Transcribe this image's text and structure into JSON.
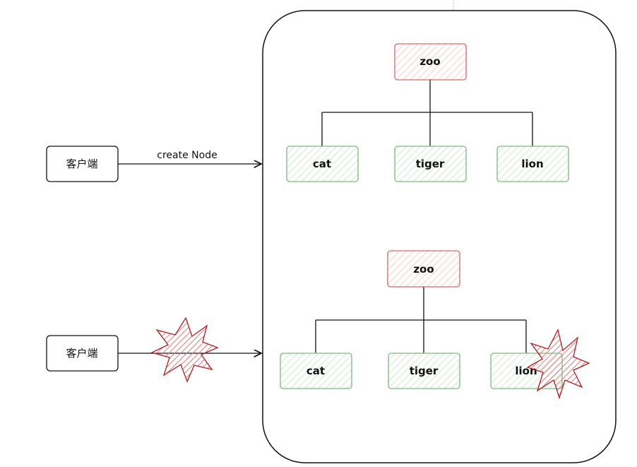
{
  "colors": {
    "root_fill": "#ffe6e6",
    "root_stroke": "#d36a6a",
    "child_fill": "#eaf6ea",
    "child_stroke": "#7dba7d",
    "star_fill": "#e88686",
    "star_stroke": "#b01e1e",
    "line": "#111111"
  },
  "clients": [
    {
      "label": "客户端"
    },
    {
      "label": "客户端"
    }
  ],
  "edge_label": "create Node",
  "trees": [
    {
      "root": "zoo",
      "children": [
        "cat",
        "tiger",
        "lion"
      ]
    },
    {
      "root": "zoo",
      "children": [
        "cat",
        "tiger",
        "lion"
      ]
    }
  ]
}
